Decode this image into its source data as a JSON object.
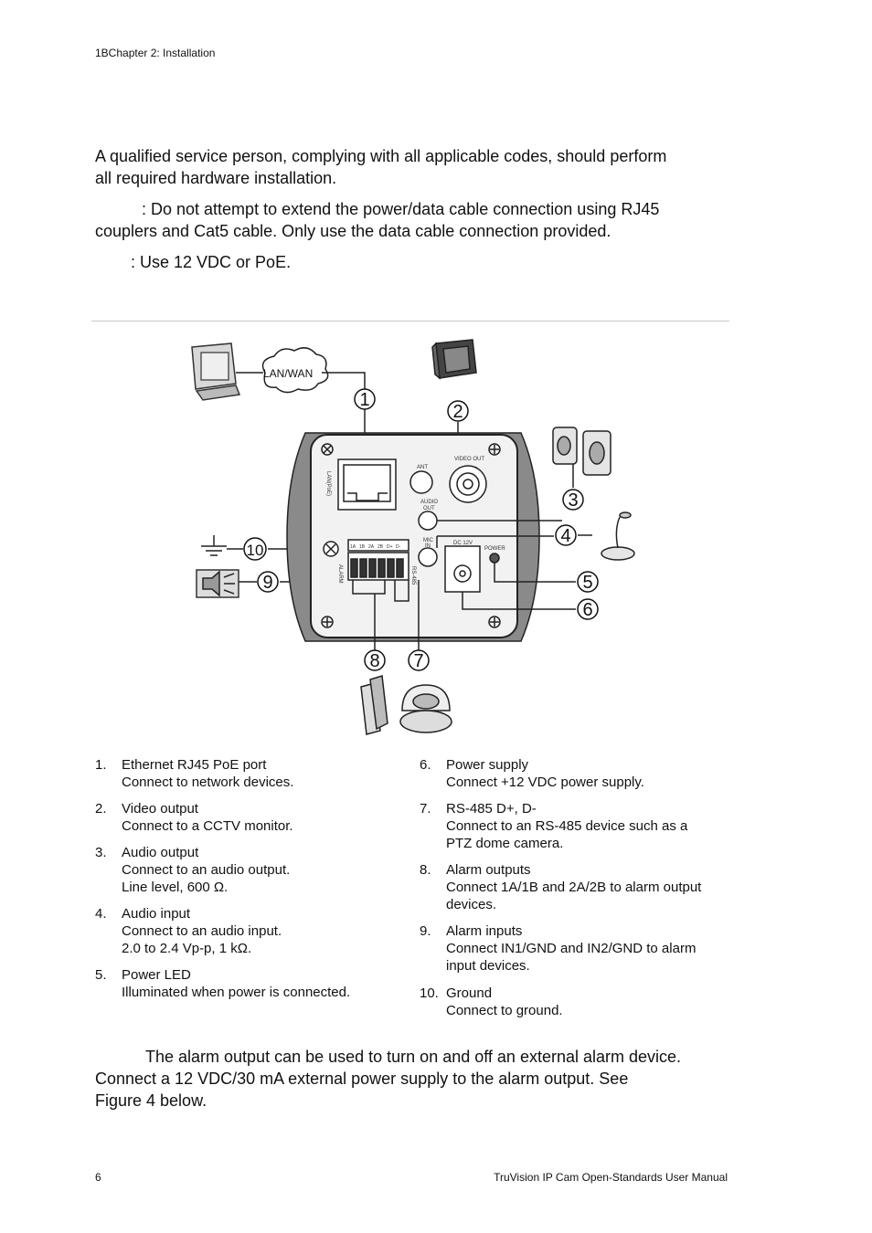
{
  "header": {
    "chapter": "1BChapter 2: Installation"
  },
  "intro": {
    "p1_line1": "A qualified service person, complying with all applicable codes, should perform",
    "p1_line2": "all required hardware installation.",
    "caution_line1": ": Do not attempt to extend the power/data cable connection using RJ45",
    "caution_line2": "couplers and Cat5 cable. Only use the data cable connection provided.",
    "power_note": ": Use 12 VDC or PoE."
  },
  "figure": {
    "callouts": [
      "1",
      "2",
      "3",
      "4",
      "5",
      "6",
      "7",
      "8",
      "9",
      "10"
    ],
    "lan_label": "LAN/WAN",
    "panel_labels": {
      "ant": "ANT",
      "video_out": "VIDEO OUT",
      "audio_out_1": "AUDIO",
      "audio_out_2": "OUT",
      "mic_in_1": "MIC",
      "mic_in_2": "IN",
      "dc": "DC 12V",
      "power": "POWER",
      "lan_poe": "LAN(PoE)",
      "alarm": "ALARM",
      "rs485": "RS-485",
      "terminals": [
        "1A",
        "1B",
        "2A",
        "2B",
        "D+",
        "D-"
      ]
    }
  },
  "legend_left": [
    {
      "num": "1.",
      "title": "Ethernet RJ45 PoE port",
      "lines": [
        "Connect to network devices."
      ]
    },
    {
      "num": "2.",
      "title": "Video output",
      "lines": [
        "Connect to a CCTV monitor."
      ]
    },
    {
      "num": "3.",
      "title": "Audio output",
      "lines": [
        "Connect to an audio output.",
        "Line level, 600 Ω."
      ]
    },
    {
      "num": "4.",
      "title": "Audio input",
      "lines": [
        "Connect to an audio input.",
        "2.0 to 2.4 Vp-p, 1 kΩ."
      ]
    },
    {
      "num": "5.",
      "title": "Power LED",
      "lines": [
        "Illuminated when power is connected."
      ]
    }
  ],
  "legend_right": [
    {
      "num": "6.",
      "title": "Power supply",
      "lines": [
        "Connect +12 VDC power supply."
      ]
    },
    {
      "num": "7.",
      "title": "RS-485 D+, D-",
      "lines": [
        "Connect to an RS-485 device such as a",
        "PTZ dome camera."
      ]
    },
    {
      "num": "8.",
      "title": "Alarm outputs",
      "lines": [
        "Connect 1A/1B and 2A/2B to alarm output",
        "devices."
      ]
    },
    {
      "num": "9.",
      "title": "Alarm inputs",
      "lines": [
        "Connect IN1/GND and IN2/GND to alarm",
        "input devices."
      ]
    },
    {
      "num": "10.",
      "title": "Ground",
      "lines": [
        "Connect to ground."
      ]
    }
  ],
  "alarm_para": {
    "line1": "The alarm output can be used to turn on and off an external alarm device.",
    "line2": "Connect a 12 VDC/30 mA external power supply to the alarm output. See",
    "line3": "Figure 4 below."
  },
  "footer": {
    "page_number": "6",
    "manual_title": "TruVision IP Cam Open-Standards User Manual"
  }
}
